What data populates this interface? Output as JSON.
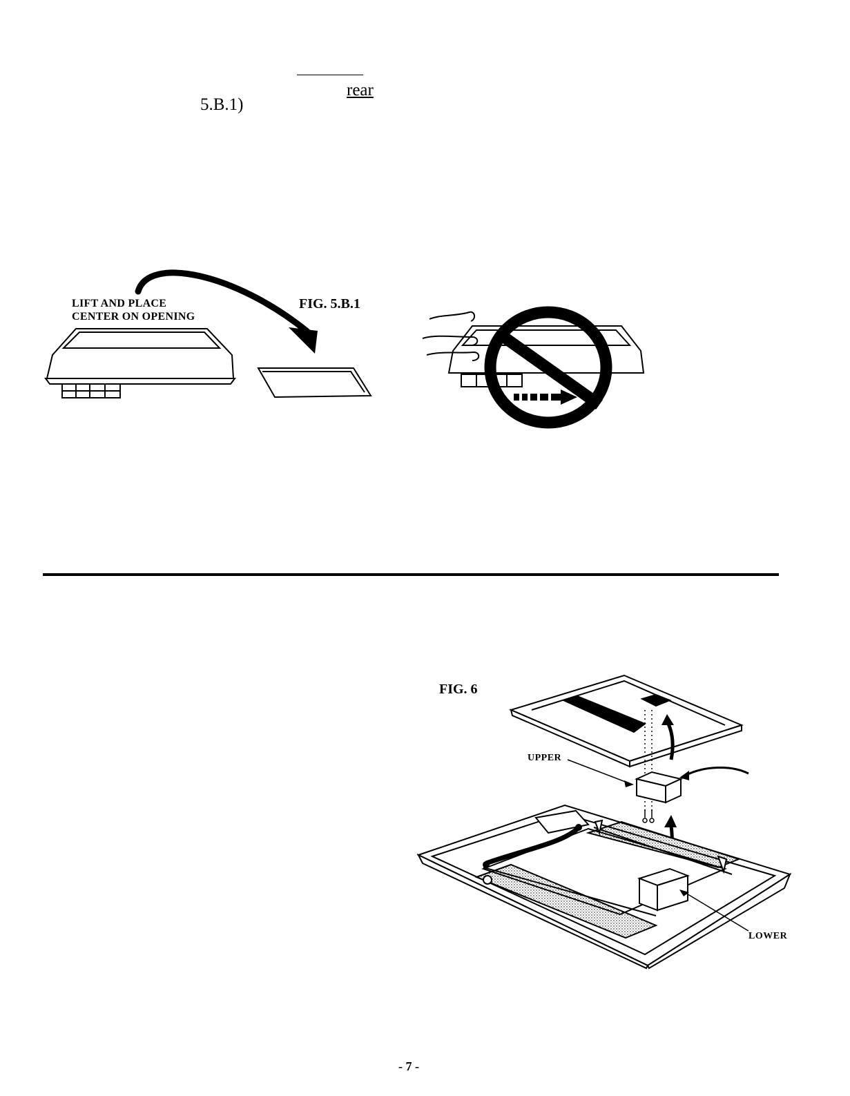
{
  "text": {
    "rear": "rear",
    "fig_ref": "5.B.1)",
    "lift_label_line1": "LIFT AND PLACE",
    "lift_label_line2": "CENTER ON OPENING",
    "fig_5b1": "FIG. 5.B.1",
    "fig_6": "FIG. 6",
    "upper": "UPPER",
    "lower": "LOWER",
    "page_number": "- 7 -"
  }
}
